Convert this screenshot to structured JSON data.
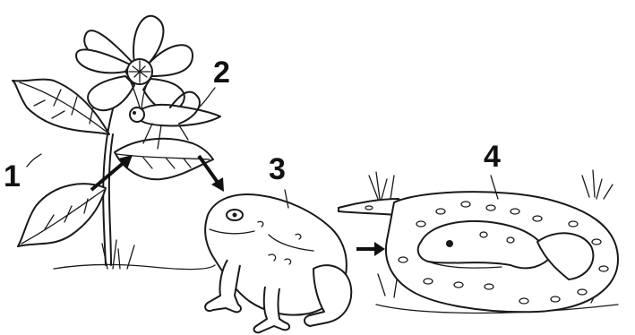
{
  "labels": {
    "plant": "1",
    "grasshopper": "2",
    "toad": "3",
    "snake": "4"
  },
  "colors": {
    "ink": "#1a1a1a",
    "background": "#ffffff"
  }
}
